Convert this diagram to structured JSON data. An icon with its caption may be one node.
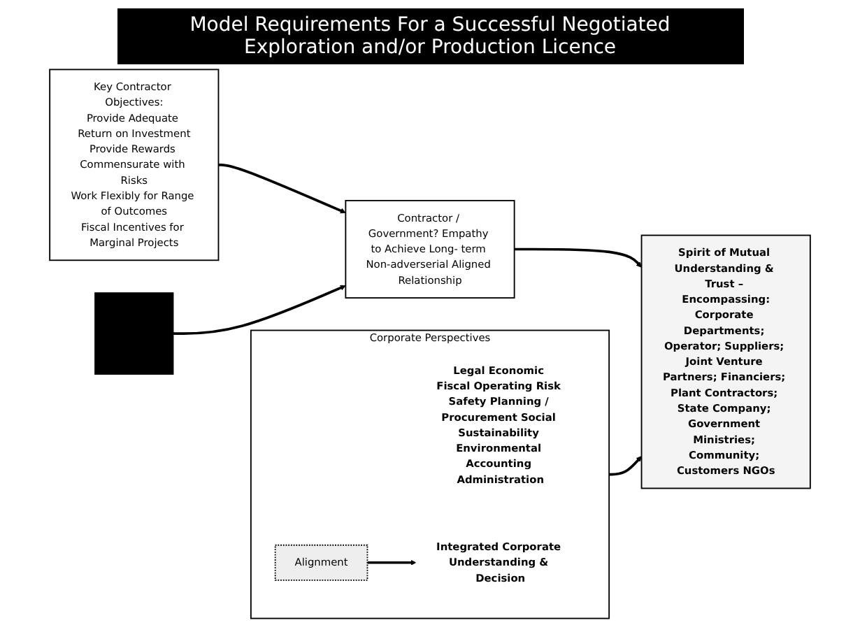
{
  "diagram": {
    "title": "Model Requirements For a Successful Negotiated Exploration and/or Production Licence",
    "nodes": [
      {
        "text": [
          "Corporate Perspectives"
        ]
      },
      {
        "text": [
          "Legal Economic Fiscal Operating Risk Safety Planning / Procurement Social Sustainability Environmental Accounting Administration"
        ],
        "in": 0
      },
      {
        "text": [
          "Alignment"
        ],
        "in": 0
      },
      {
        "text": [
          "Integrated Corporate Understanding & Decision"
        ],
        "in": 0
      },
      {
        "text": [
          "Key Contractor Objectives:",
          "Provide Adequate Return on Investment",
          "Provide Rewards Commensurate with Risks",
          "Work Flexibly for Range of Outcomes",
          "Fiscal Incentives for Marginal Projects"
        ]
      },
      {
        "text": [],
        "shape": "box"
      },
      {
        "text": [
          "Contractor / Government? Empathy to Achieve Long- term Non-adverserial Aligned Relationship"
        ]
      },
      {
        "text": [
          "Spirit of Mutual Understanding & Trust – Encompassing:",
          "Corporate Departments; Operator; Suppliers; Joint Venture Partners; Financiers; Plant Contractors; State Company; Government Ministries; Community; Customers NGOs"
        ]
      }
    ],
    "edges": [
      {
        "from": 2,
        "to": 3,
        "arrow": "to"
      },
      {
        "from": 0,
        "to": 7,
        "arrow": "to"
      },
      {
        "from": 4,
        "to": 6,
        "arrow": "to"
      },
      {
        "from": 5,
        "to": 6,
        "arrow": "to"
      },
      {
        "from": 6,
        "to": 7,
        "arrow": "to"
      }
    ]
  }
}
